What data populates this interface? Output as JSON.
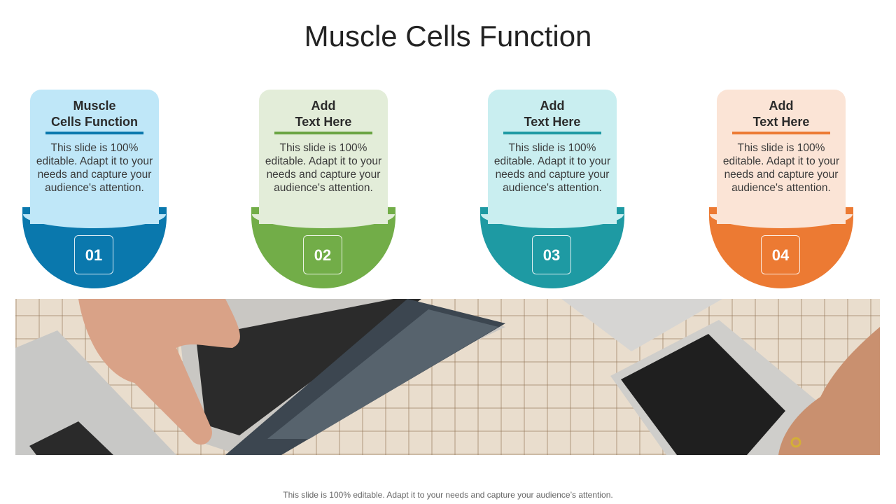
{
  "title": "Muscle Cells Function",
  "cards": [
    {
      "heading_line1": "Muscle",
      "heading_line2": "Cells Function",
      "body": "This slide is 100% editable. Adapt it to your needs and capture your audience's attention.",
      "number": "01",
      "panel_color": "#bfe7f8",
      "accent_color": "#0a78ad",
      "rule_color": "#0a78ad"
    },
    {
      "heading_line1": "Add",
      "heading_line2": "Text Here",
      "body": "This slide is 100% editable. Adapt it to your needs and capture your audience's attention.",
      "number": "02",
      "panel_color": "#e3edd9",
      "accent_color": "#72ad48",
      "rule_color": "#6aa443"
    },
    {
      "heading_line1": "Add",
      "heading_line2": "Text Here",
      "body": "This slide is 100% editable. Adapt it to your needs and capture your audience's attention.",
      "number": "03",
      "panel_color": "#c9eef0",
      "accent_color": "#1e9aa3",
      "rule_color": "#1e9aa3"
    },
    {
      "heading_line1": "Add",
      "heading_line2": "Text Here",
      "body": "This slide is 100% editable. Adapt it to your needs and capture your audience's attention.",
      "number": "04",
      "panel_color": "#fbe4d6",
      "accent_color": "#ec7a33",
      "rule_color": "#ec7a33"
    }
  ],
  "footer": "This slide is 100% editable. Adapt it to your needs and capture your audience’s attention."
}
